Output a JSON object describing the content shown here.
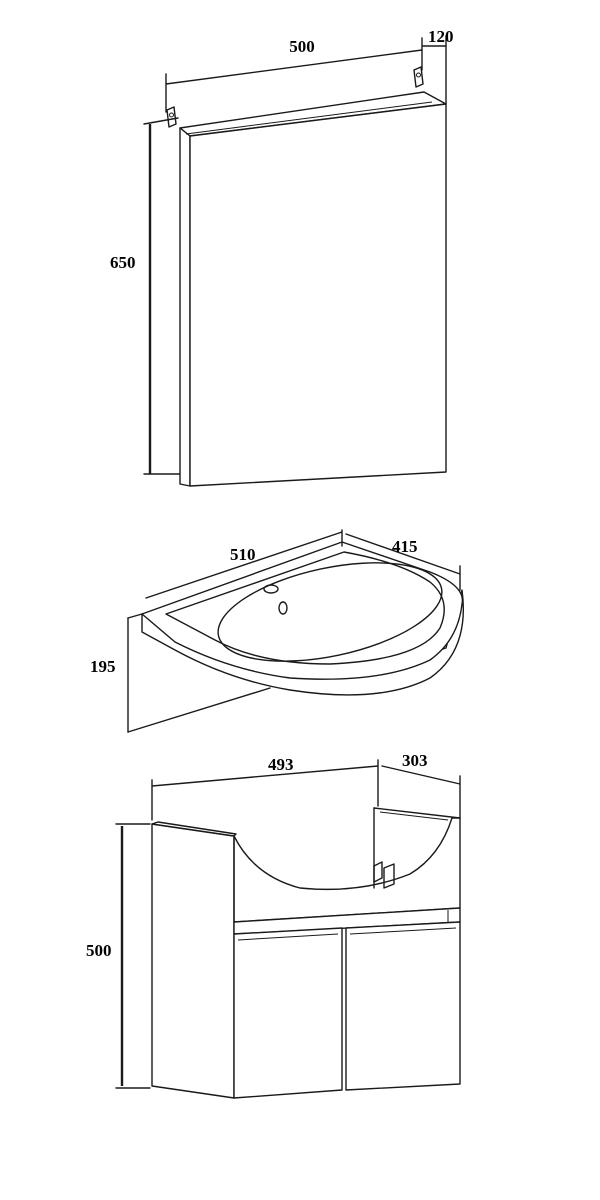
{
  "mirror_cabinet": {
    "width_label": "500",
    "depth_label": "120",
    "height_label": "650"
  },
  "washbasin": {
    "width_label": "510",
    "depth_label": "415",
    "height_label": "195"
  },
  "vanity_unit": {
    "width_label": "493",
    "depth_label": "303",
    "height_label": "500"
  },
  "colors": {
    "line": "#1a1a1a",
    "background": "#ffffff",
    "text": "#000000"
  }
}
